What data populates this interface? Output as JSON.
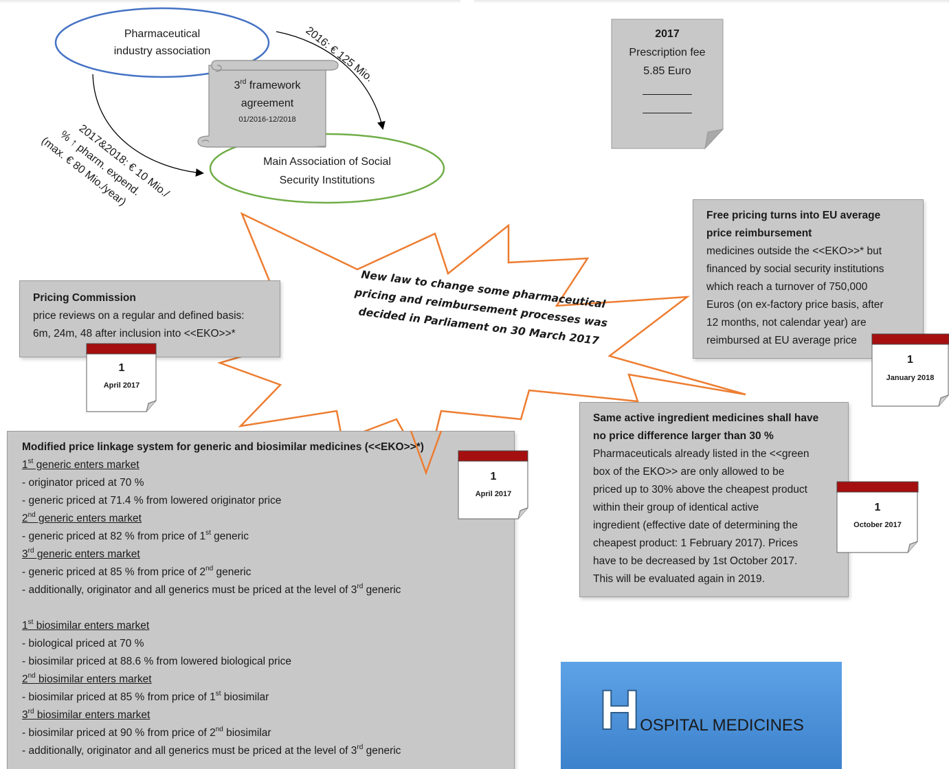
{
  "oval_industry": {
    "line1": "Pharmaceutical",
    "line2": "industry association"
  },
  "oval_social": {
    "line1": "Main Association of Social",
    "line2": "Security Institutions"
  },
  "scroll": {
    "line1": "3",
    "line1_sup": "rd",
    "line1_rest": " framework",
    "line2": "agreement",
    "line3": "01/2016-12/2018"
  },
  "arrow_label_top": "2016: € 125 Mio.",
  "arrow_label_left": {
    "line1": "2017&2018: € 10 Mio./",
    "line2": "% ↑ pharm. expend.",
    "line3": "(max. € 80 Mio./year)"
  },
  "fee_note": {
    "year": "2017",
    "title": "Prescription fee",
    "value": "5.85 Euro",
    "blank1": "________",
    "blank2": "________"
  },
  "star": {
    "line1": "New law to change some pharmaceutical",
    "line2": "pricing and reimbursement processes was",
    "line3": "decided in Parliament on 30 March 2017"
  },
  "pricing_commission": {
    "title": "Pricing Commission",
    "line1": "price reviews on a regular and defined basis:",
    "line2": "6m, 24m, 48 after inclusion into <<EKO>>*"
  },
  "eu_average": {
    "title1": "Free pricing turns into EU average",
    "title2": "price reimbursement",
    "lines": [
      "medicines outside the <<EKO>>* but",
      "financed by social security institutions",
      "which reach a turnover of 750,000",
      "Euros (on ex-factory price basis, after",
      "12 months, not calendar year) are",
      "reimbursed at EU average price"
    ]
  },
  "active_ingredient": {
    "title1": "Same active ingredient medicines shall have",
    "title2": "no price difference larger than 30 %",
    "lines": [
      "Pharmaceuticals already listed in the <<green",
      "box of the EKO>> are only allowed to be",
      "priced up to 30% above the cheapest product",
      "within their group of identical active",
      "ingredient (effective date of determining the",
      "cheapest product: 1 February 2017). Prices",
      "have to be decreased by 1st October 2017.",
      "This will be evaluated again in 2019."
    ]
  },
  "linkage": {
    "title": "Modified price linkage system for generic and biosimilar medicines (<<EKO>>*)",
    "h1": {
      "n": "1",
      "sup": "st",
      "rest": " generic enters market"
    },
    "l1a": "- originator priced at 70 %",
    "l1b": "- generic priced at 71.4 % from lowered originator price",
    "h2": {
      "n": "2",
      "sup": "nd",
      "rest": " generic enters market"
    },
    "l2a": {
      "pre": "- generic priced at 82 % from price of 1",
      "sup": "st",
      "post": " generic"
    },
    "h3": {
      "n": "3",
      "sup": "rd",
      "rest": " generic enters market"
    },
    "l3a": {
      "pre": "- generic priced at 85 % from price of 2",
      "sup": "nd",
      "post": " generic"
    },
    "l3b": {
      "pre": "- additionally, originator and all generics must be priced at the level of 3",
      "sup": "rd",
      "post": " generic"
    },
    "h4": {
      "n": "1",
      "sup": "st",
      "rest": " biosimilar enters market"
    },
    "l4a": "- biological priced at 70 %",
    "l4b": "- biosimilar priced at 88.6 % from lowered biological price",
    "h5": {
      "n": "2",
      "sup": "nd",
      "rest": " biosimilar enters market"
    },
    "l5a": {
      "pre": "- biosimilar priced at 85 % from price of 1",
      "sup": "st",
      "post": " biosimilar"
    },
    "h6": {
      "n": "3",
      "sup": "rd",
      "rest": " biosimilar enters market"
    },
    "l6a": {
      "pre": "- biosimilar priced at 90 % from price of 2",
      "sup": "nd",
      "post": " biosimilar"
    },
    "l6b": {
      "pre": "- additionally, originator and all generics must be priced at the level of 3",
      "sup": "rd",
      "post": " generic"
    }
  },
  "calendars": [
    {
      "day": "1",
      "month": "April 2017"
    },
    {
      "day": "1",
      "month": "January 2018"
    },
    {
      "day": "1",
      "month": "April 2017"
    },
    {
      "day": "1",
      "month": "October 2017"
    }
  ],
  "hospital": {
    "initial": "H",
    "rest": "OSPITAL MEDICINES"
  },
  "colors": {
    "oval_blue": "#4472c4",
    "oval_green": "#70ad47",
    "star_orange": "#ed7d31",
    "calendar_red": "#a50f0f",
    "hospital_blue": "#4a90d9"
  }
}
